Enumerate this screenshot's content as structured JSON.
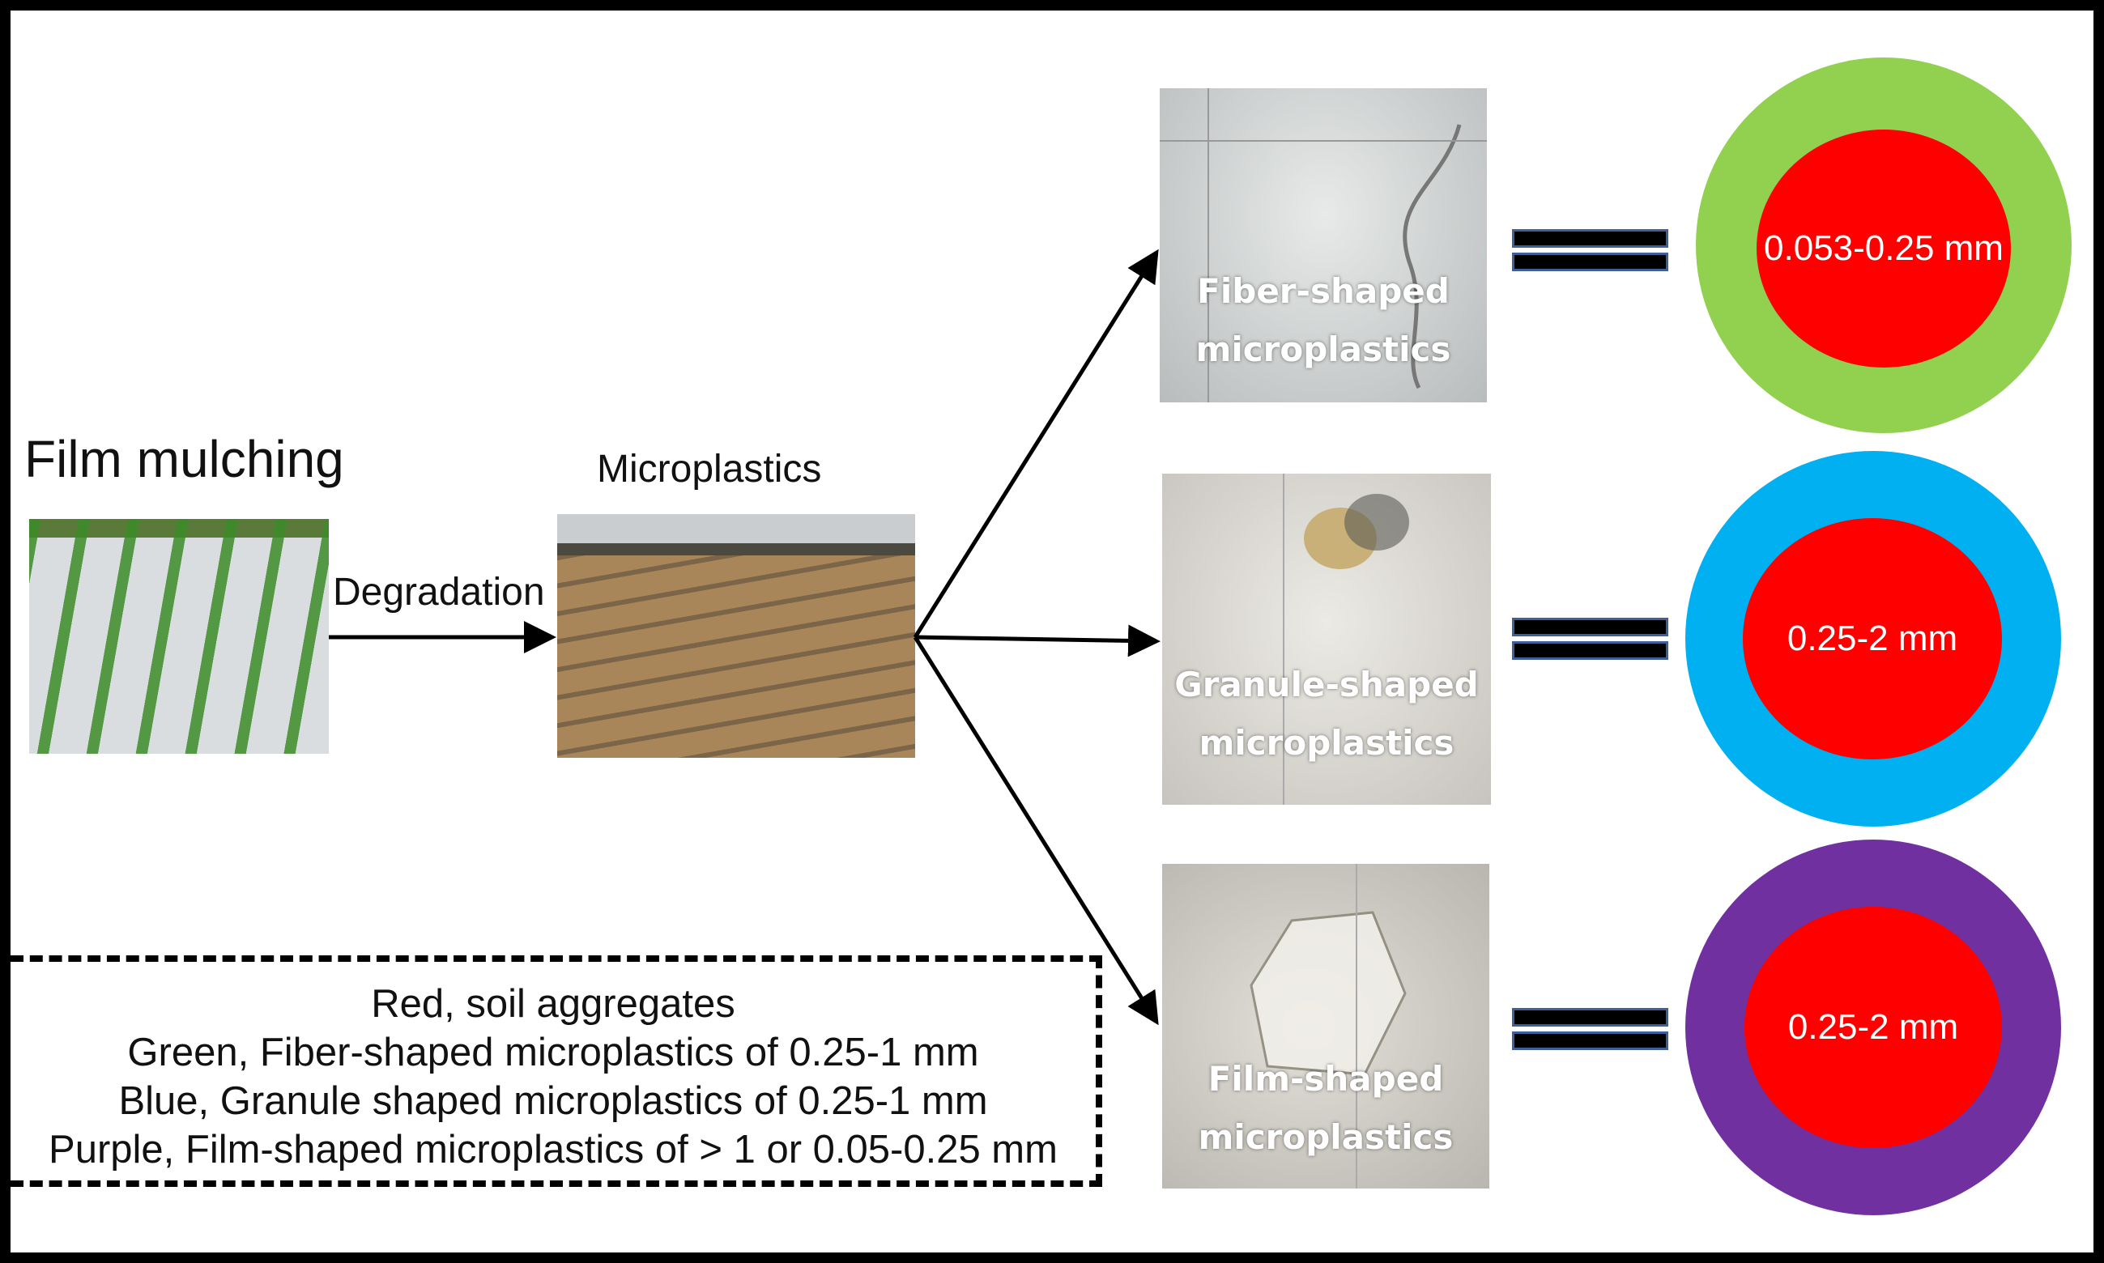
{
  "source": {
    "title": "Film mulching"
  },
  "process": {
    "arrow_label": "Degradation",
    "result_label": "Microplastics"
  },
  "types": [
    {
      "label_line1": "Fiber-shaped",
      "label_line2": "microplastics",
      "size": "0.053-0.25 mm",
      "ring_color": "#92d050"
    },
    {
      "label_line1": "Granule-shaped",
      "label_line2": "microplastics",
      "size": "0.25-2 mm",
      "ring_color": "#00b0f0"
    },
    {
      "label_line1": "Film-shaped",
      "label_line2": "microplastics",
      "size": "0.25-2 mm",
      "ring_color": "#7030a0"
    }
  ],
  "core_color": "#fe0000",
  "legend": {
    "lines": [
      "Red, soil aggregates",
      "Green, Fiber-shaped microplastics of 0.25-1 mm",
      "Blue, Granule shaped microplastics of 0.25-1 mm",
      "Purple, Film-shaped microplastics of > 1 or 0.05-0.25 mm"
    ]
  }
}
